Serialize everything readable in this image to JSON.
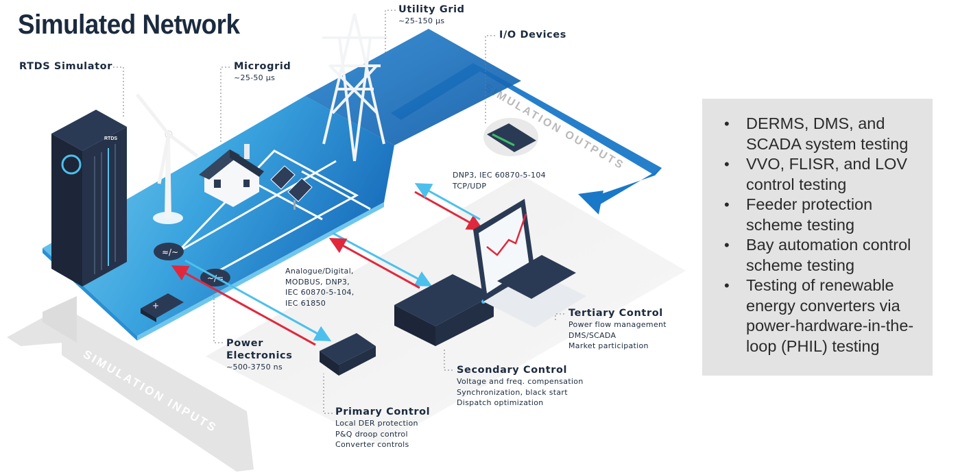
{
  "title": "Simulated Network",
  "labels": {
    "rtds": {
      "heading": "RTDS Simulator"
    },
    "microgrid": {
      "heading": "Microgrid",
      "sub": "~25-50 µs"
    },
    "utility": {
      "heading": "Utility Grid",
      "sub": "~25-150 µs"
    },
    "io": {
      "heading": "I/O Devices"
    },
    "power_electronics": {
      "heading_1": "Power",
      "heading_2": "Electronics",
      "sub": "~500-3750 ns"
    },
    "primary": {
      "heading": "Primary Control",
      "lines": [
        "Local DER protection",
        "P&Q droop control",
        "Converter controls"
      ]
    },
    "secondary": {
      "heading": "Secondary Control",
      "lines": [
        "Voltage and freq. compensation",
        "Synchronization, black start",
        "Dispatch optimization"
      ]
    },
    "tertiary": {
      "heading": "Tertiary Control",
      "lines": [
        "Power flow management",
        "DMS/SCADA",
        "Market participation"
      ]
    }
  },
  "protocols": {
    "upper": [
      "DNP3, IEC 60870-5-104",
      "TCP/UDP"
    ],
    "lower": [
      "Analogue/Digital,",
      "MODBUS, DNP3,",
      "IEC 60870-5-104,",
      "IEC 61850"
    ]
  },
  "flow_labels": {
    "outputs": "SIMULATION OUTPUTS",
    "inputs": "SIMULATION INPUTS"
  },
  "rack_badge": "RTDS",
  "bullets": [
    "DERMS, DMS, and SCADA system testing",
    "VVO, FLISR, and LOV control testing",
    "Feeder protection scheme testing",
    "Bay automation control scheme testing",
    "Testing of renewable energy converters via power-hardware-in-the-loop (PHIL) testing"
  ],
  "colors": {
    "navy": "#1b2a3e",
    "grid_blue": "#1d72c0",
    "arrow_blue": "#1a78c8",
    "light_blue": "#4cc0ec",
    "red": "#e0283c",
    "panel_gray": "#e3e3e3",
    "flow_gray": "#d7d7d7"
  }
}
